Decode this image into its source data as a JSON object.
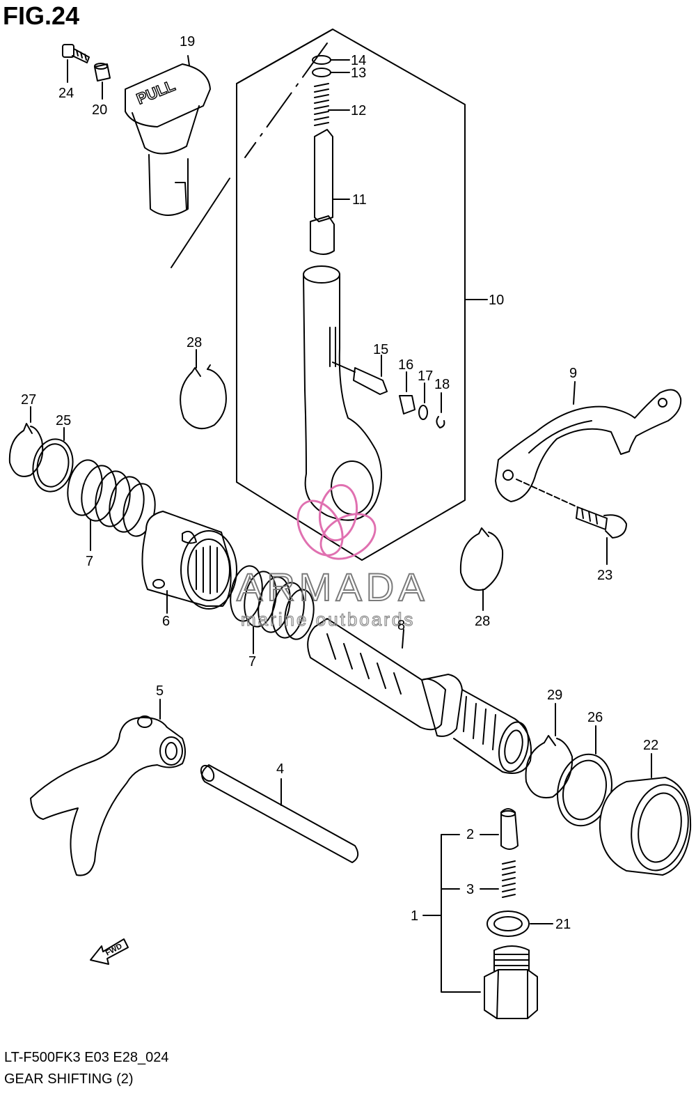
{
  "figure": {
    "title": "FIG.24",
    "model_code": "LT-F500FK3 E03 E28_024",
    "name": "GEAR SHIFTING (2)",
    "fwd_label": "FWD",
    "knob_text": "PULL"
  },
  "watermark": {
    "brand": "ARMADA",
    "subtitle": "marine outboards",
    "logo_color": "#e070b0"
  },
  "callouts": [
    {
      "id": "19",
      "label": "19"
    },
    {
      "id": "24",
      "label": "24"
    },
    {
      "id": "20",
      "label": "20"
    },
    {
      "id": "14",
      "label": "14"
    },
    {
      "id": "13",
      "label": "13"
    },
    {
      "id": "12",
      "label": "12"
    },
    {
      "id": "11",
      "label": "11"
    },
    {
      "id": "10",
      "label": "10"
    },
    {
      "id": "28a",
      "label": "28"
    },
    {
      "id": "15",
      "label": "15"
    },
    {
      "id": "16",
      "label": "16"
    },
    {
      "id": "17",
      "label": "17"
    },
    {
      "id": "18",
      "label": "18"
    },
    {
      "id": "9",
      "label": "9"
    },
    {
      "id": "27",
      "label": "27"
    },
    {
      "id": "25",
      "label": "25"
    },
    {
      "id": "7a",
      "label": "7"
    },
    {
      "id": "6",
      "label": "6"
    },
    {
      "id": "7b",
      "label": "7"
    },
    {
      "id": "8",
      "label": "8"
    },
    {
      "id": "23",
      "label": "23"
    },
    {
      "id": "28b",
      "label": "28"
    },
    {
      "id": "5",
      "label": "5"
    },
    {
      "id": "4",
      "label": "4"
    },
    {
      "id": "29",
      "label": "29"
    },
    {
      "id": "26",
      "label": "26"
    },
    {
      "id": "22",
      "label": "22"
    },
    {
      "id": "2",
      "label": "2"
    },
    {
      "id": "3",
      "label": "3"
    },
    {
      "id": "1",
      "label": "1"
    },
    {
      "id": "21",
      "label": "21"
    }
  ]
}
